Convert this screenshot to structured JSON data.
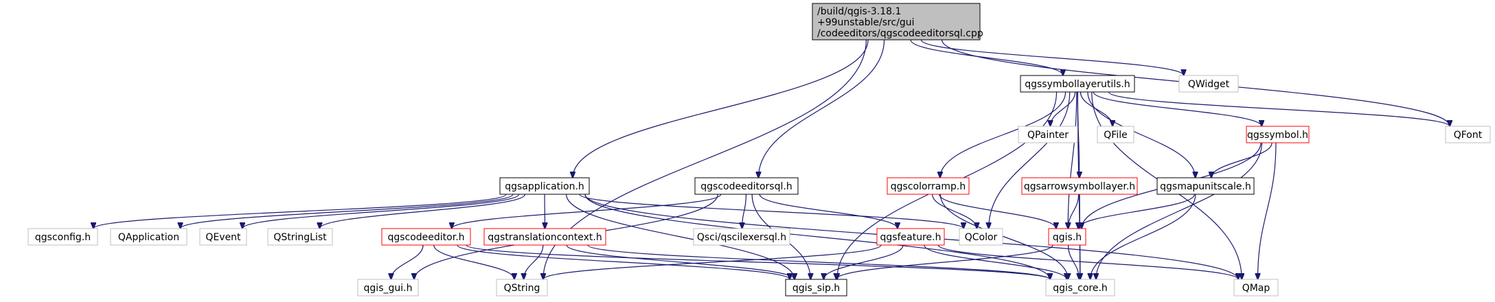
{
  "colors": {
    "normal_border": "#000000",
    "normal_fill": "#ffffff",
    "root_fill": "#bfbfbf",
    "external_border": "#bfbfbf",
    "external_text": "#7f7f7f",
    "truncated_border": "#ff0000",
    "edge": "#191970"
  },
  "nodes": [
    {
      "id": "root",
      "kind": "root",
      "lines": [
        "/build/qgis-3.18.1",
        "+99unstable/src/gui",
        "/codeeditors/qgscodeeditorsql.cpp"
      ]
    },
    {
      "id": "qwidget",
      "kind": "external",
      "lines": [
        "QWidget"
      ]
    },
    {
      "id": "qgssymbollayerutils",
      "kind": "normal",
      "lines": [
        "qgssymbollayerutils.h"
      ]
    },
    {
      "id": "qfont",
      "kind": "external",
      "lines": [
        "QFont"
      ]
    },
    {
      "id": "qpainter",
      "kind": "external",
      "lines": [
        "QPainter"
      ]
    },
    {
      "id": "qfile",
      "kind": "external",
      "lines": [
        "QFile"
      ]
    },
    {
      "id": "qgssymbol",
      "kind": "truncated",
      "lines": [
        "qgssymbol.h"
      ]
    },
    {
      "id": "qgsapplication",
      "kind": "normal",
      "lines": [
        "qgsapplication.h"
      ]
    },
    {
      "id": "qgscodeeditorsql",
      "kind": "normal",
      "lines": [
        "qgscodeeditorsql.h"
      ]
    },
    {
      "id": "qgscolorramp",
      "kind": "truncated",
      "lines": [
        "qgscolorramp.h"
      ]
    },
    {
      "id": "qgsarrowsymbollayer",
      "kind": "truncated",
      "lines": [
        "qgsarrowsymbollayer.h"
      ]
    },
    {
      "id": "qgsmapunitscale",
      "kind": "normal",
      "lines": [
        "qgsmapunitscale.h"
      ]
    },
    {
      "id": "qgsconfig",
      "kind": "external",
      "lines": [
        "qgsconfig.h"
      ]
    },
    {
      "id": "qapplication",
      "kind": "external",
      "lines": [
        "QApplication"
      ]
    },
    {
      "id": "qevent",
      "kind": "external",
      "lines": [
        "QEvent"
      ]
    },
    {
      "id": "qstringlist",
      "kind": "external",
      "lines": [
        "QStringList"
      ]
    },
    {
      "id": "qgscodeeditor",
      "kind": "truncated",
      "lines": [
        "qgscodeeditor.h"
      ]
    },
    {
      "id": "qgstranslationcontext",
      "kind": "truncated",
      "lines": [
        "qgstranslationcontext.h"
      ]
    },
    {
      "id": "qsciqscilexersql",
      "kind": "external",
      "lines": [
        "Qsci/qscilexersql.h"
      ]
    },
    {
      "id": "qgsfeature",
      "kind": "truncated",
      "lines": [
        "qgsfeature.h"
      ]
    },
    {
      "id": "qcolor",
      "kind": "external",
      "lines": [
        "QColor"
      ]
    },
    {
      "id": "qgis",
      "kind": "truncated",
      "lines": [
        "qgis.h"
      ]
    },
    {
      "id": "qgis_gui",
      "kind": "external",
      "lines": [
        "qgis_gui.h"
      ]
    },
    {
      "id": "qstring",
      "kind": "external",
      "lines": [
        "QString"
      ]
    },
    {
      "id": "qgis_sip",
      "kind": "normal",
      "lines": [
        "qgis_sip.h"
      ]
    },
    {
      "id": "qgis_core",
      "kind": "external",
      "lines": [
        "qgis_core.h"
      ]
    },
    {
      "id": "qmap",
      "kind": "external",
      "lines": [
        "QMap"
      ]
    }
  ],
  "edges": [
    [
      "root",
      "qwidget"
    ],
    [
      "root",
      "qgssymbollayerutils"
    ],
    [
      "root",
      "qfont"
    ],
    [
      "root",
      "qgsapplication"
    ],
    [
      "root",
      "qgscodeeditorsql"
    ],
    [
      "root",
      "qstring"
    ],
    [
      "qgssymbollayerutils",
      "qfont"
    ],
    [
      "qgssymbollayerutils",
      "qpainter"
    ],
    [
      "qgssymbollayerutils",
      "qfile"
    ],
    [
      "qgssymbollayerutils",
      "qgssymbol"
    ],
    [
      "qgssymbollayerutils",
      "qgscolorramp"
    ],
    [
      "qgssymbollayerutils",
      "qgsarrowsymbollayer"
    ],
    [
      "qgssymbollayerutils",
      "qgsmapunitscale"
    ],
    [
      "qgssymbollayerutils",
      "qcolor"
    ],
    [
      "qgssymbollayerutils",
      "qgis"
    ],
    [
      "qgssymbollayerutils",
      "qgis_sip"
    ],
    [
      "qgssymbollayerutils",
      "qgis_core"
    ],
    [
      "qgssymbollayerutils",
      "qmap"
    ],
    [
      "qgssymbol",
      "qgsmapunitscale"
    ],
    [
      "qgssymbol",
      "qgis"
    ],
    [
      "qgssymbol",
      "qgis_core"
    ],
    [
      "qgssymbol",
      "qmap"
    ],
    [
      "qgsapplication",
      "qgsconfig"
    ],
    [
      "qgsapplication",
      "qapplication"
    ],
    [
      "qgsapplication",
      "qevent"
    ],
    [
      "qgsapplication",
      "qstringlist"
    ],
    [
      "qgsapplication",
      "qgstranslationcontext"
    ],
    [
      "qgsapplication",
      "qcolor"
    ],
    [
      "qgsapplication",
      "qgis_sip"
    ],
    [
      "qgsapplication",
      "qgis_core"
    ],
    [
      "qgsapplication",
      "qmap"
    ],
    [
      "qgscodeeditorsql",
      "qgscodeeditor"
    ],
    [
      "qgscodeeditorsql",
      "qsciqscilexersql"
    ],
    [
      "qgscodeeditorsql",
      "qgsfeature"
    ],
    [
      "qgscodeeditorsql",
      "qgis_gui"
    ],
    [
      "qgscodeeditorsql",
      "qgis_sip"
    ],
    [
      "qgscolorramp",
      "qcolor"
    ],
    [
      "qgscolorramp",
      "qgis"
    ],
    [
      "qgscolorramp",
      "qgis_core"
    ],
    [
      "qgsarrowsymbollayer",
      "qgis"
    ],
    [
      "qgsarrowsymbollayer",
      "qgis_core"
    ],
    [
      "qgsmapunitscale",
      "qgis"
    ],
    [
      "qgsmapunitscale",
      "qgis_core"
    ],
    [
      "qgscodeeditor",
      "qgis_gui"
    ],
    [
      "qgscodeeditor",
      "qstring"
    ],
    [
      "qgscodeeditor",
      "qgis_sip"
    ],
    [
      "qgscodeeditor",
      "qgis_core"
    ],
    [
      "qgstranslationcontext",
      "qstring"
    ],
    [
      "qgstranslationcontext",
      "qgis_sip"
    ],
    [
      "qgstranslationcontext",
      "qgis_core"
    ],
    [
      "qgsfeature",
      "qstring"
    ],
    [
      "qgsfeature",
      "qgis_sip"
    ],
    [
      "qgsfeature",
      "qgis_core"
    ],
    [
      "qgsfeature",
      "qmap"
    ],
    [
      "qgis",
      "qgis_sip"
    ],
    [
      "qgis",
      "qgis_core"
    ]
  ]
}
